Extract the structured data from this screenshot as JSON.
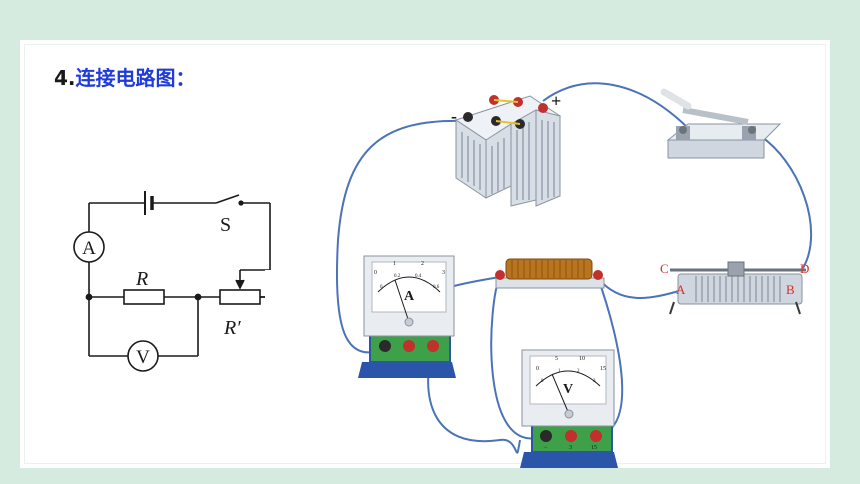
{
  "heading": {
    "number": "4.",
    "text": "连接电路图："
  },
  "schematic": {
    "ammeter": "A",
    "voltmeter": "V",
    "switch": "S",
    "resistor": "R",
    "rheostat": "R′"
  },
  "devices": {
    "battery": {
      "minus": "-",
      "plus": "+"
    },
    "ammeter": {
      "letter": "A",
      "scale_top": [
        "0",
        "1",
        "2",
        "3"
      ],
      "scale_bottom": [
        "0",
        "0.2",
        "0.4",
        "0.6"
      ]
    },
    "voltmeter": {
      "letter": "V",
      "scale_top": [
        "0",
        "5",
        "10",
        "15"
      ],
      "scale_bottom": [
        "0",
        "1",
        "2",
        "3"
      ],
      "terminals": [
        "−",
        "3",
        "15"
      ]
    },
    "rheostat_labels": {
      "c": "C",
      "d": "D",
      "a": "A",
      "b": "B"
    }
  },
  "colors": {
    "background": "#d5ebdf",
    "heading": "#1f3bd8",
    "wire": "#4a73b8",
    "terminal_red": "#c0302c",
    "terminal_black": "#2a2a2a",
    "meter_base": "#2b55a8",
    "meter_panel": "#3fa04a",
    "coil": "#b8741f"
  }
}
